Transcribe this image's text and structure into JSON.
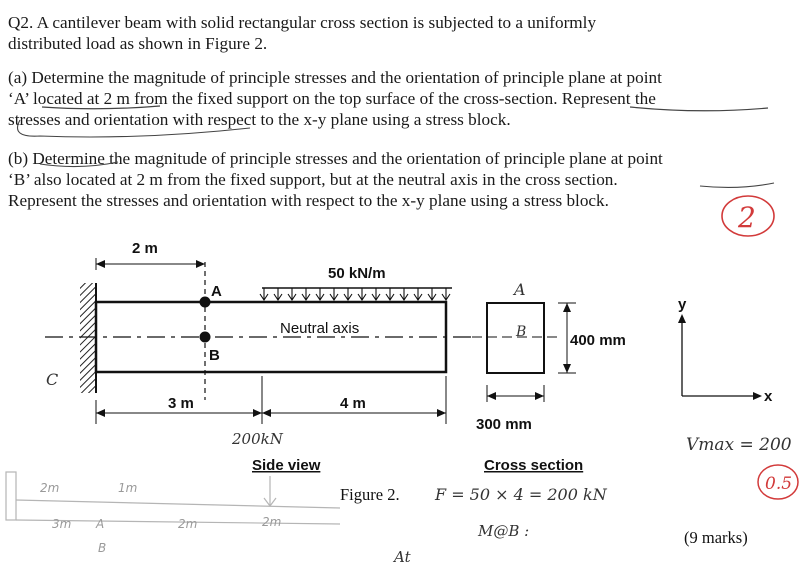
{
  "question": {
    "heading_lines": [
      "Q2. A cantilever beam with solid rectangular cross section is subjected to a uniformly",
      "distributed load as shown in Figure 2."
    ],
    "part_a_lines": [
      "(a) Determine the magnitude of principle stresses and the orientation of principle plane at point",
      "‘A’ located at 2 m from the fixed support on the top surface of the cross-section. Represent the",
      "stresses and orientation with respect to the x-y plane using a stress block."
    ],
    "part_b_lines": [
      "(b) Determine the magnitude of principle stresses and the orientation of principle plane at point",
      "‘B’ also located at 2 m from the fixed support, but at the neutral axis in the cross section.",
      "Represent the stresses and orientation with respect to the x-y plane using a stress block."
    ],
    "marks": "(9 marks)"
  },
  "figure": {
    "dim_top": "2 m",
    "dim_bottom_left": "3 m",
    "dim_bottom_right": "4 m",
    "load_label": "50 kN/m",
    "point_a": "A",
    "point_b": "B",
    "neutral_axis": "Neutral axis",
    "side_view": "Side view",
    "cross_section": "Cross section",
    "height_dim": "400 mm",
    "width_dim": "300 mm",
    "axis_y": "y",
    "axis_x": "x",
    "caption": "Figure 2."
  },
  "annotations": {
    "red_circle_score": "2",
    "red_circle_score_2": "0.5",
    "hand_c": "C",
    "hand_200kn": "200kN",
    "hand_force": "F = 50 × 4 = 200 kN",
    "hand_vmax": "Vmax = 200",
    "hand_moment": "M@B :",
    "hand_a_top": "A",
    "hand_b_cs": "B",
    "hand_at": "At",
    "pencil_labels": [
      "2m",
      "1m",
      "3m",
      "A",
      "2m",
      "2m",
      "B"
    ]
  }
}
